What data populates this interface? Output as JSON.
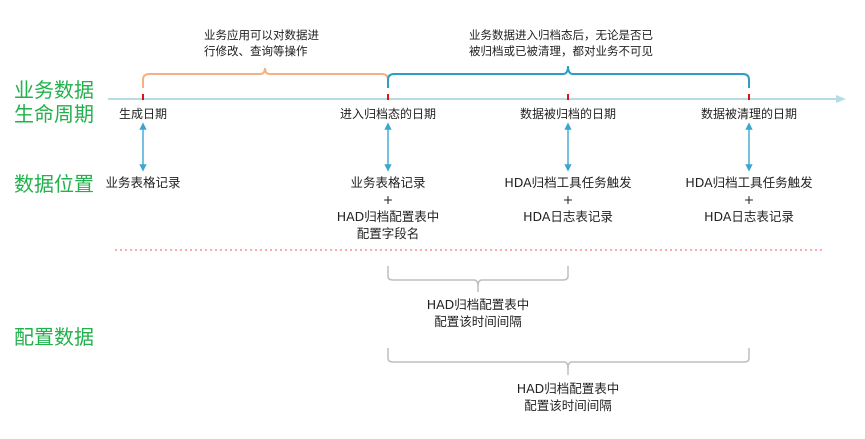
{
  "row_labels": {
    "lifecycle_line1": "业务数据",
    "lifecycle_line2": "生命周期",
    "location": "数据位置",
    "config": "配置数据"
  },
  "annotations": {
    "editable_line1": "业务应用可以对数据进",
    "editable_line2": "行修改、查询等操作",
    "invisible_line1": "业务数据进入归档态后，无论是否已",
    "invisible_line2": "被归档或已被清理，都对业务不可见"
  },
  "milestones": [
    {
      "label": "生成日期"
    },
    {
      "label": "进入归档态的日期"
    },
    {
      "label": "数据被归档的日期"
    },
    {
      "label": "数据被清理的日期"
    }
  ],
  "locations": [
    {
      "lines": [
        "业务表格记录"
      ]
    },
    {
      "lines": [
        "业务表格记录",
        "+",
        "HAD归档配置表中",
        "配置字段名"
      ]
    },
    {
      "lines": [
        "HDA归档工具任务触发",
        "+",
        "HDA日志表记录"
      ]
    },
    {
      "lines": [
        "HDA归档工具任务触发",
        "+",
        "HDA日志表记录"
      ]
    }
  ],
  "config_intervals": [
    {
      "line1": "HAD归档配置表中",
      "line2": "配置该时间间隔"
    },
    {
      "line1": "HAD归档配置表中",
      "line2": "配置该时间间隔"
    }
  ],
  "colors": {
    "green": "#22b14c",
    "orange_brace": "#f4b183",
    "blue_brace": "#2e9ec4",
    "timeline": "#b4dde6",
    "tick": "#e3101a",
    "arrow": "#3aa7cf",
    "gray_brace": "#bfbfbf",
    "divider": "#f05a5a"
  }
}
